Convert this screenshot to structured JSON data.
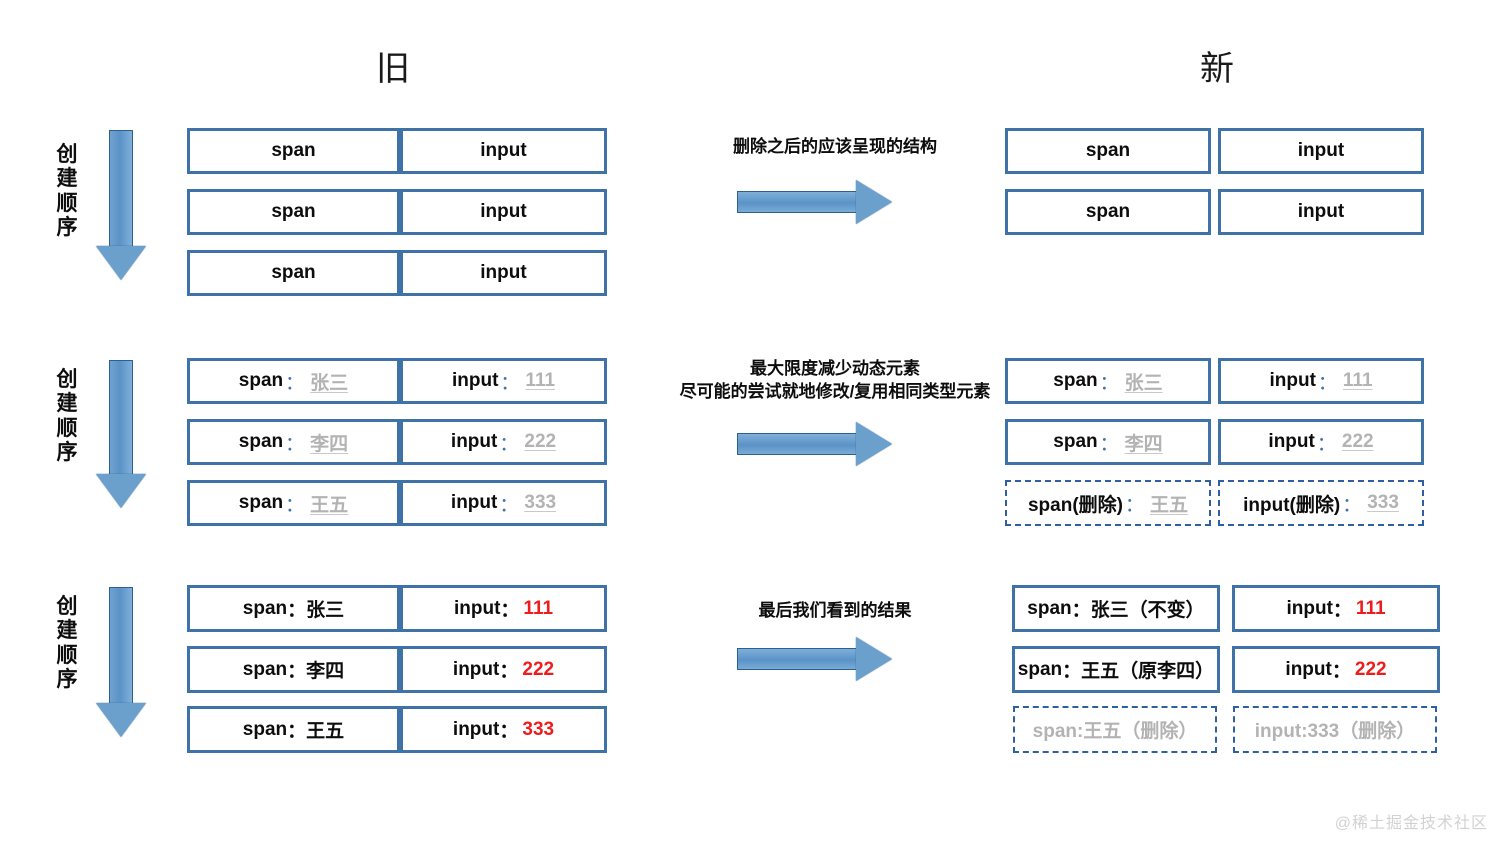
{
  "headers": {
    "old": "旧",
    "new": "新"
  },
  "order_label": {
    "chars": [
      "创",
      "建",
      "顺",
      "序"
    ],
    "full": "创建顺序",
    "arrow_icon": "arrow-down-icon"
  },
  "colors": {
    "box_border": "#3f72a6",
    "dashed_border": "#2e5fa3",
    "arrow_blue": "#6ba0cd",
    "value_gray": "#b3b3b3",
    "value_red": "#ee1c1c",
    "text_black": "#0d0d0d",
    "watermark": "#d2d2d2"
  },
  "sections": [
    {
      "id": "structure",
      "annotation": [
        "删除之后的应该呈现的结构"
      ],
      "arrow_icon": "arrow-right-icon",
      "old": [
        {
          "span": {
            "label": "span",
            "colon": "",
            "value": "",
            "style": "plain"
          },
          "input": {
            "label": "input",
            "colon": "",
            "value": "",
            "style": "plain"
          }
        },
        {
          "span": {
            "label": "span",
            "colon": "",
            "value": "",
            "style": "plain"
          },
          "input": {
            "label": "input",
            "colon": "",
            "value": "",
            "style": "plain"
          }
        },
        {
          "span": {
            "label": "span",
            "colon": "",
            "value": "",
            "style": "plain"
          },
          "input": {
            "label": "input",
            "colon": "",
            "value": "",
            "style": "plain"
          }
        }
      ],
      "new": [
        {
          "span": {
            "label": "span",
            "colon": "",
            "value": "",
            "style": "plain"
          },
          "input": {
            "label": "input",
            "colon": "",
            "value": "",
            "style": "plain"
          }
        },
        {
          "span": {
            "label": "span",
            "colon": "",
            "value": "",
            "style": "plain"
          },
          "input": {
            "label": "input",
            "colon": "",
            "value": "",
            "style": "plain"
          }
        }
      ]
    },
    {
      "id": "reuse",
      "annotation": [
        "最大限度减少动态元素",
        "尽可能的尝试就地修改/复用相同类型元素"
      ],
      "arrow_icon": "arrow-right-icon",
      "old": [
        {
          "span": {
            "label": "span",
            "colon": "：",
            "value": "张三",
            "style": "gray"
          },
          "input": {
            "label": "input",
            "colon": "：",
            "value": "111",
            "style": "gray"
          }
        },
        {
          "span": {
            "label": "span",
            "colon": "：",
            "value": "李四",
            "style": "gray"
          },
          "input": {
            "label": "input",
            "colon": "：",
            "value": "222",
            "style": "gray"
          }
        },
        {
          "span": {
            "label": "span",
            "colon": "：",
            "value": "王五",
            "style": "gray"
          },
          "input": {
            "label": "input",
            "colon": "：",
            "value": "333",
            "style": "gray"
          }
        }
      ],
      "new": [
        {
          "span": {
            "label": "span",
            "colon": "：",
            "value": "张三",
            "style": "gray"
          },
          "input": {
            "label": "input",
            "colon": "：",
            "value": "111",
            "style": "gray"
          }
        },
        {
          "span": {
            "label": "span",
            "colon": "：",
            "value": "李四",
            "style": "gray"
          },
          "input": {
            "label": "input",
            "colon": "：",
            "value": "222",
            "style": "gray"
          }
        },
        {
          "span": {
            "label": "span(删除)",
            "colon": "：",
            "value": "王五",
            "style": "gray",
            "dashed": true
          },
          "input": {
            "label": "input(删除)",
            "colon": "：",
            "value": "333",
            "style": "gray",
            "dashed": true
          }
        }
      ]
    },
    {
      "id": "result",
      "annotation": [
        "最后我们看到的结果"
      ],
      "arrow_icon": "arrow-right-icon",
      "old": [
        {
          "span": {
            "label": "span",
            "colon": "：",
            "value": "张三",
            "style": "dark"
          },
          "input": {
            "label": "input",
            "colon": "：",
            "value": "111",
            "style": "red"
          }
        },
        {
          "span": {
            "label": "span",
            "colon": "：",
            "value": "李四",
            "style": "dark"
          },
          "input": {
            "label": "input",
            "colon": "：",
            "value": "222",
            "style": "red"
          }
        },
        {
          "span": {
            "label": "span",
            "colon": "：",
            "value": "王五",
            "style": "dark"
          },
          "input": {
            "label": "input",
            "colon": "：",
            "value": "333",
            "style": "red"
          }
        }
      ],
      "new": [
        {
          "span": {
            "label": "span",
            "colon": "：",
            "value": "张三（不变）",
            "style": "dark"
          },
          "input": {
            "label": "input",
            "colon": "：",
            "value": "111",
            "style": "red"
          }
        },
        {
          "span": {
            "label": "span",
            "colon": "：",
            "value": "王五（原李四）",
            "style": "dark"
          },
          "input": {
            "label": "input",
            "colon": "：",
            "value": "222",
            "style": "red"
          }
        },
        {
          "span": {
            "label": "span:王五（删除）",
            "colon": "",
            "value": "",
            "style": "ghost",
            "dashed": true
          },
          "input": {
            "label": "input:333（删除）",
            "colon": "",
            "value": "",
            "style": "ghost",
            "dashed": true
          }
        }
      ]
    }
  ],
  "watermark": "@稀土掘金技术社区"
}
